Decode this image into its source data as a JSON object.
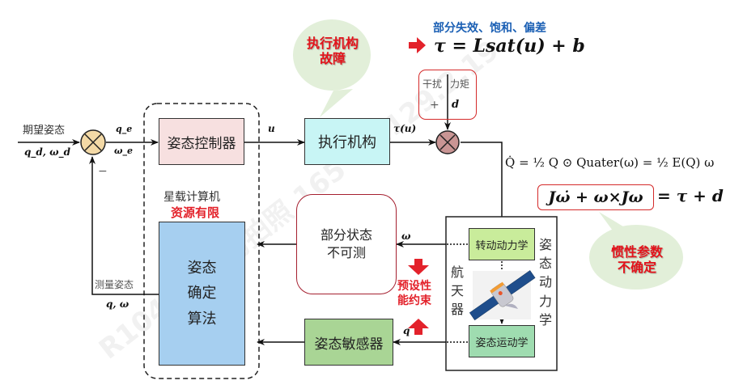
{
  "input": {
    "label": "期望姿态",
    "signal": "q_d, ω_d"
  },
  "error_signals": {
    "q_e": "q_e",
    "omega_e": "ω_e"
  },
  "feedback_sign": "−",
  "measured": {
    "label": "测量姿态",
    "signal": "q, ω"
  },
  "onboard_computer": {
    "label": "星载计算机",
    "constraint": "资源有限"
  },
  "blocks": {
    "controller": "姿态控制器",
    "actuator": "执行机构",
    "determination": [
      "姿态",
      "确定",
      "算法"
    ],
    "partial_state": [
      "部分状态",
      "不可测"
    ],
    "sensor": "姿态敏感器",
    "rot_dynamics": "转动动力学",
    "att_kinematics": "姿态运动学",
    "spacecraft_label": [
      "航",
      "天",
      "器"
    ],
    "att_dynamics_label": [
      "姿",
      "态",
      "动",
      "力",
      "学"
    ]
  },
  "signals": {
    "u": "u",
    "tau_u": "τ(u)",
    "omega": "ω",
    "q": "q"
  },
  "disturbance": {
    "label_left": "干扰",
    "label_right": "力矩",
    "sign": "+",
    "symbol": "d"
  },
  "callouts": {
    "actuator_fault": [
      "执行机构",
      "故障"
    ],
    "fault_types": "部分失效、饱和、偏差",
    "fault_model": "τ = Lsat(u) + b",
    "inertia_uncertain": [
      "惯性参数",
      "不确定"
    ],
    "prescribed_performance": [
      "预设性",
      "能约束"
    ]
  },
  "equations": {
    "kinematics": "Q̇ = ½ Q ⊙ Quater(ω) = ½ E(Q) ω",
    "dynamics_lhs": "Jω̇ + ω×Jω",
    "dynamics_rhs": "= τ + d"
  },
  "watermark": "R10465 请勿拍照 165 10.129.2.19",
  "colors": {
    "controller_fill": "#f7e0e0",
    "actuator_fill": "#c8f5f5",
    "determination_fill": "#a6cff0",
    "sensor_fill": "#a9d595",
    "rot_dyn_fill": "#c9ec9b",
    "kin_fill": "#9fdcb0",
    "sum_fill_1": "#f3d9a6",
    "sum_fill_2": "#c99594",
    "bubble_fill": "#e2efd9",
    "red": "#e3222b",
    "blue_title": "#1a5fb4"
  }
}
